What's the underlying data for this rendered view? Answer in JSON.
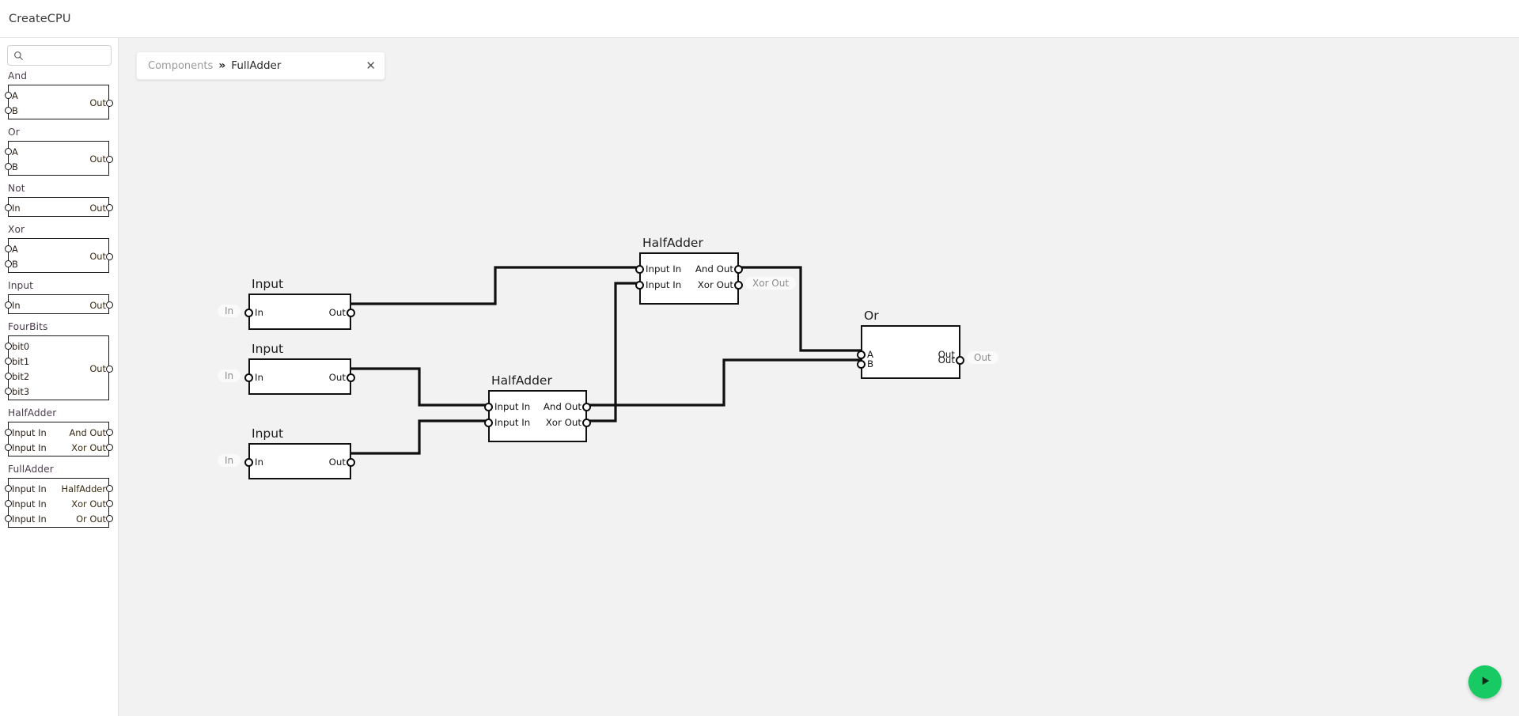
{
  "app": {
    "title": "CreateCPU",
    "accent_green": "#17CA63",
    "canvas_bg": "#f2f2f2",
    "wire_color": "#101010"
  },
  "sidebar": {
    "search": {
      "placeholder": "",
      "value": "",
      "icon": "search-icon"
    },
    "components": [
      {
        "name": "And",
        "inputs": [
          "A",
          "B"
        ],
        "outputs": [
          "Out"
        ]
      },
      {
        "name": "Or",
        "inputs": [
          "A",
          "B"
        ],
        "outputs": [
          "Out"
        ]
      },
      {
        "name": "Not",
        "inputs": [
          "In"
        ],
        "outputs": [
          "Out"
        ]
      },
      {
        "name": "Xor",
        "inputs": [
          "A",
          "B"
        ],
        "outputs": [
          "Out"
        ]
      },
      {
        "name": "Input",
        "inputs": [
          "In"
        ],
        "outputs": [
          "Out"
        ]
      },
      {
        "name": "FourBits",
        "inputs": [
          "bit0",
          "bit1",
          "bit2",
          "bit3"
        ],
        "outputs": [
          "Out"
        ]
      },
      {
        "name": "HalfAdder",
        "inputs": [
          "Input In",
          "Input In"
        ],
        "outputs": [
          "And Out",
          "Xor Out"
        ]
      },
      {
        "name": "FullAdder",
        "inputs": [
          "Input In",
          "Input In",
          "Input In"
        ],
        "outputs": [
          "HalfAdder",
          "Xor Out",
          "Or Out"
        ]
      }
    ]
  },
  "tab": {
    "breadcrumb_root": "Components",
    "separator": "»",
    "current": "FullAdder",
    "close_label": "✕"
  },
  "canvas": {
    "nodes": [
      {
        "id": "input1",
        "title": "Input",
        "inputs": [
          "In"
        ],
        "outputs": [
          "Out"
        ],
        "pill_left": "In"
      },
      {
        "id": "input2",
        "title": "Input",
        "inputs": [
          "In"
        ],
        "outputs": [
          "Out"
        ],
        "pill_left": "In"
      },
      {
        "id": "input3",
        "title": "Input",
        "inputs": [
          "In"
        ],
        "outputs": [
          "Out"
        ],
        "pill_left": "In"
      },
      {
        "id": "halfadder_top",
        "title": "HalfAdder",
        "inputs": [
          "Input In",
          "Input In"
        ],
        "outputs": [
          "And Out",
          "Xor Out"
        ],
        "pill_right": "Xor Out"
      },
      {
        "id": "halfadder_mid",
        "title": "HalfAdder",
        "inputs": [
          "Input In",
          "Input In"
        ],
        "outputs": [
          "And Out",
          "Xor Out"
        ]
      },
      {
        "id": "or_gate",
        "title": "Or",
        "inputs": [
          "A",
          "B"
        ],
        "outputs": [
          "Out"
        ],
        "pill_right": "Out"
      }
    ]
  },
  "run_button": {
    "label": "run-simulation",
    "icon": "play-icon"
  }
}
